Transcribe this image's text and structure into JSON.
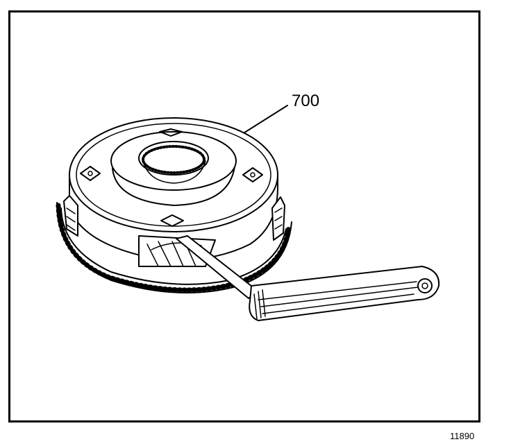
{
  "figure": {
    "callout_label": "700",
    "figure_number": "11890",
    "subject": "planetary-carrier-assembly",
    "tool": "feeler-gauge",
    "line_color": "#000000",
    "background_color": "#ffffff"
  }
}
